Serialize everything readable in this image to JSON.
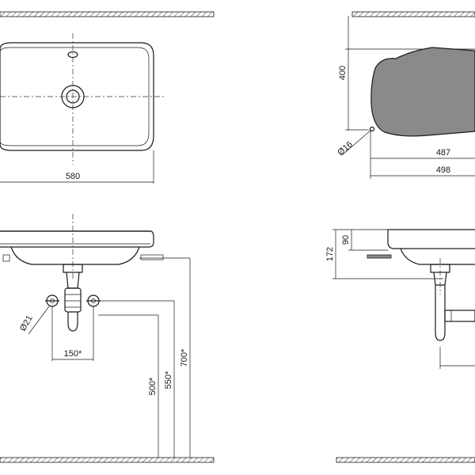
{
  "dimensions": {
    "top_width": "580",
    "side_depth": "400",
    "side_inner_width": "487",
    "side_outer_width": "498",
    "fixing_diameter": "Ø16",
    "front_supply_spacing": "150*",
    "front_supply_diameter": "Ø21",
    "height_500": "500*",
    "height_550": "550*",
    "height_700": "700*",
    "side_total_height": "172",
    "side_bowl_height": "90"
  },
  "colors": {
    "line": "#1a1a1a",
    "bowl_fill": "#8a8a8a",
    "background": "#ffffff"
  }
}
